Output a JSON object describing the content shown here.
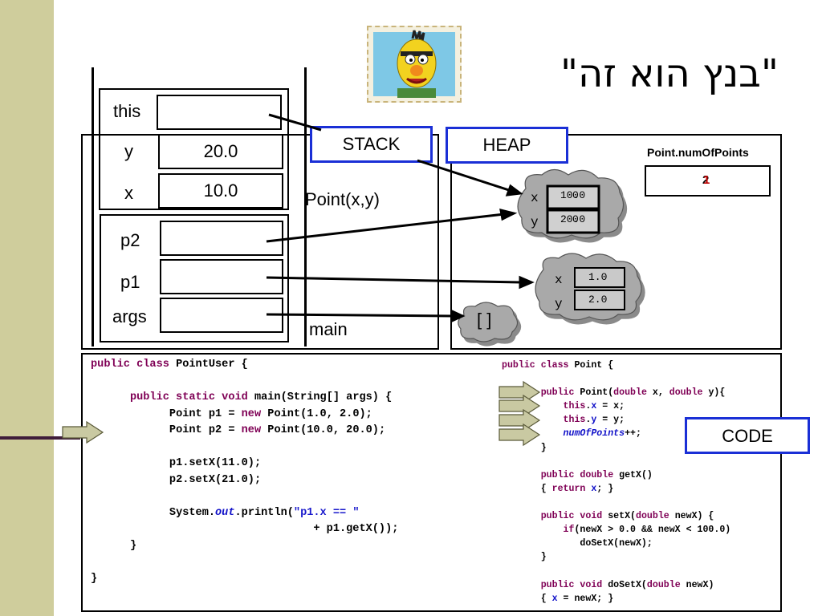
{
  "title": "\"בנץ הוא זה\"",
  "labels": {
    "stack": "STACK",
    "heap": "HEAP",
    "code": "CODE",
    "point_ctor": "Point(x,y)",
    "main": "main",
    "static_field": "Point.numOfPoints"
  },
  "static_value": "2",
  "static_value_overlay": "1",
  "frame_point": {
    "this_label": "this",
    "y_label": "y",
    "y_value": "20.0",
    "x_label": "x",
    "x_value": "10.0"
  },
  "frame_main": {
    "p2_label": "p2",
    "p1_label": "p1",
    "args_label": "args"
  },
  "heap_obj1": {
    "x_label": "x",
    "x_value": "10.0",
    "x_overlay": "0",
    "y_label": "y",
    "y_value": "20.0",
    "y_overlay": "0"
  },
  "heap_obj2": {
    "x_label": "x",
    "x_value": "1.0",
    "y_label": "y",
    "y_value": "2.0"
  },
  "heap_array": "[ ]",
  "colors": {
    "sidebar": "#cfcd9c",
    "accent_box": "#1a2fd6",
    "keyword": "#7f0055",
    "arrow_fill": "#c9c9a2",
    "cloud": "#a9a9a9"
  },
  "code_left": {
    "l1": {
      "k1": "public class",
      "t1": " PointUser {"
    },
    "l2": {
      "k1": "public static void",
      "t1": " main(String[] args) {"
    },
    "l3": {
      "t1": "Point p1 = ",
      "k1": "new",
      "t2": " Point(1.0, 2.0);"
    },
    "l4": {
      "t1": "Point p2 = ",
      "k1": "new",
      "t2": " Point(10.0, 20.0);"
    },
    "l5": "p1.setX(11.0);",
    "l6": "p2.setX(21.0);",
    "l7": {
      "t1": "System.",
      "i1": "out",
      "t2": ".println(",
      "s1": "\"p1.x == \""
    },
    "l8": "+ p1.getX());",
    "l9": "}",
    "l10": "}"
  },
  "code_right": {
    "l1": {
      "k1": "public class",
      "t1": " Point {"
    },
    "l2": {
      "k1": "public",
      "t1": " Point(",
      "k2": "double",
      "t2": " x, ",
      "k3": "double",
      "t3": " y){"
    },
    "l3": {
      "k1": "this",
      "t1": ".",
      "b1": "x",
      "t2": " = x;"
    },
    "l4": {
      "k1": "this",
      "t1": ".",
      "b1": "y",
      "t2": " = y;"
    },
    "l5": {
      "i1": "numOfPoints",
      "t1": "++;"
    },
    "l6": "}",
    "l7": {
      "k1": "public double",
      "t1": " getX()"
    },
    "l8": {
      "t1": "{ ",
      "k1": "return",
      "t2": " ",
      "b1": "x",
      "t3": "; }"
    },
    "l9": {
      "k1": "public void",
      "t1": " setX(",
      "k2": "double",
      "t2": " newX) {"
    },
    "l10": {
      "k1": "if",
      "t1": "(newX > 0.0 && newX < 100.0)"
    },
    "l11": "doSetX(newX);",
    "l12": "}",
    "l13": {
      "k1": "public void",
      "t1": " doSetX(",
      "k2": "double",
      "t2": " newX)"
    },
    "l14": {
      "t1": "{ ",
      "b1": "x",
      "t2": " = newX; }"
    }
  }
}
